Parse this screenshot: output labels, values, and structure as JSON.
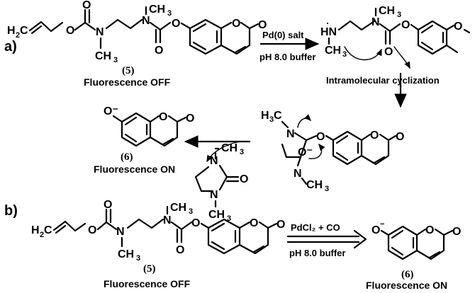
{
  "panels": {
    "a": "a)",
    "b": "b)"
  },
  "atoms": {
    "H": "H",
    "O": "O",
    "N": "N",
    "C": "C",
    "CH": "CH",
    "sub2": "2",
    "sub3": "3",
    "HN": "HN",
    "H3C": "H",
    "O_minus": "O⁻",
    "minus": "−"
  },
  "compounds": {
    "c5_num": "(5)",
    "c6_num": "(6)",
    "off": "Fluorescence OFF",
    "on": "Fluorescence ON"
  },
  "conditions": {
    "a_reagent": "Pd(0) salt",
    "a_buffer": "pH 8.0 buffer",
    "cyclization": "Intramolecular cyclization",
    "b_reagent": "PdCl₂ + CO",
    "b_buffer": "pH 8.0 buffer"
  },
  "colors": {
    "ink": "#000000",
    "background": "#ffffff"
  }
}
